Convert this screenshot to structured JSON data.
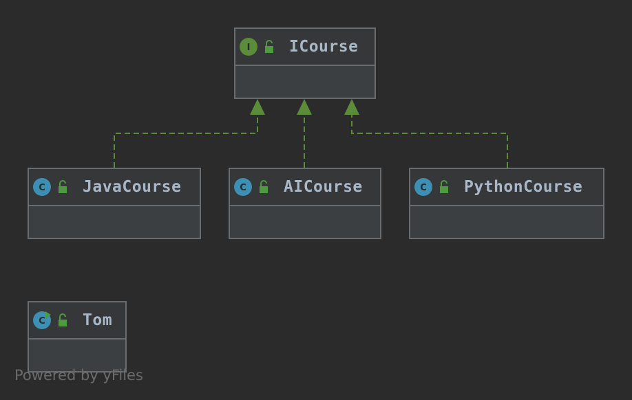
{
  "diagram": {
    "nodes": {
      "icourse": {
        "name": "ICourse",
        "kind": "interface",
        "kind_letter": "I",
        "visibility": "public"
      },
      "javacourse": {
        "name": "JavaCourse",
        "kind": "class",
        "kind_letter": "C",
        "visibility": "public"
      },
      "aicourse": {
        "name": "AICourse",
        "kind": "class",
        "kind_letter": "C",
        "visibility": "public"
      },
      "pythoncourse": {
        "name": "PythonCourse",
        "kind": "class",
        "kind_letter": "C",
        "visibility": "public"
      },
      "tom": {
        "name": "Tom",
        "kind": "runnable-class",
        "kind_letter": "C",
        "visibility": "public"
      }
    },
    "edges": [
      {
        "from": "javacourse",
        "to": "icourse",
        "type": "implements",
        "style": "dashed"
      },
      {
        "from": "aicourse",
        "to": "icourse",
        "type": "implements",
        "style": "dashed"
      },
      {
        "from": "pythoncourse",
        "to": "icourse",
        "type": "implements",
        "style": "dashed"
      }
    ]
  },
  "colors": {
    "background": "#2b2b2b",
    "node_fill": "#3c3f41",
    "node_border": "#6a6d70",
    "class_icon": "#3d8fb3",
    "interface_icon": "#5b8c3a",
    "lock": "#4e9a3e",
    "edge": "#5b8c3a",
    "text": "#a9b7c6"
  },
  "watermark": "Powered by yFiles"
}
